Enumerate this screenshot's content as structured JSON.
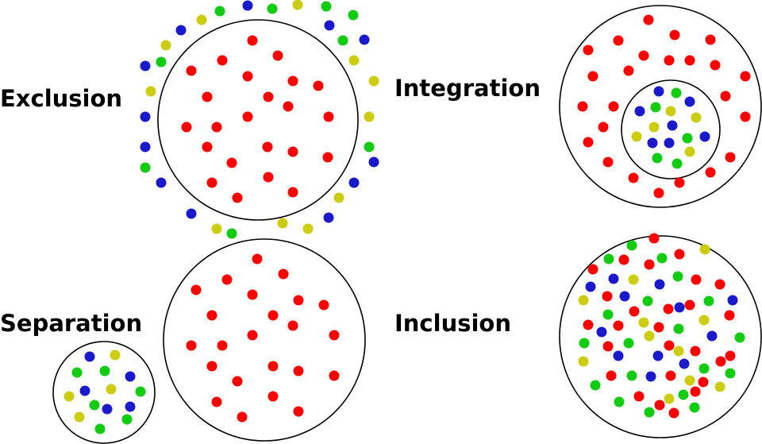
{
  "labels": {
    "exclusion": "Exclusion",
    "integration": "Integration",
    "separation": "Separation",
    "inclusion": "Inclusion"
  },
  "colors": {
    "red": "#ff0000",
    "blue": "#1a1acc",
    "green": "#11cc11",
    "yellow": "#cccc11"
  }
}
